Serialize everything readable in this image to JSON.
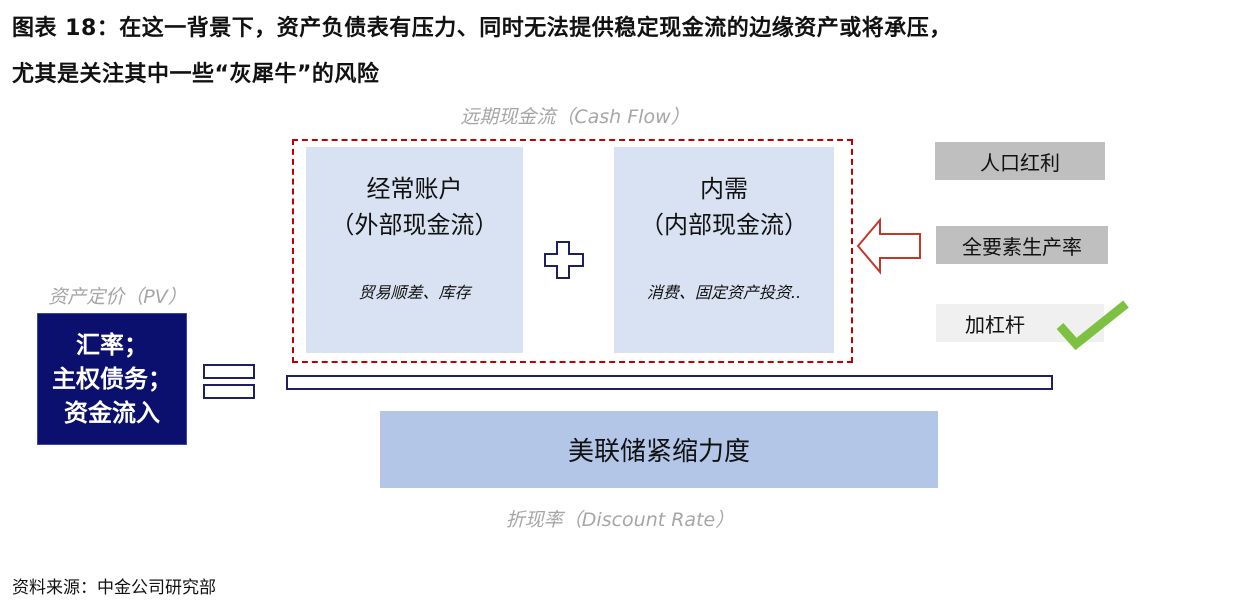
{
  "title": {
    "line1": "图表 18：在这一背景下，资产负债表有压力、同时无法提供稳定现金流的边缘资产或将承压，",
    "line2": "尤其是关注其中一些“灰犀牛”的风险"
  },
  "cash_flow_label": "远期现金流（Cash Flow）",
  "current_account": {
    "title": "经常账户",
    "subtitle": "（外部现金流）",
    "detail": "贸易顺差、库存"
  },
  "domestic_demand": {
    "title": "内需",
    "subtitle": "（内部现金流）",
    "detail": "消费、固定资产投资.."
  },
  "factors": [
    {
      "label": "人口红利"
    },
    {
      "label": "全要素生产率"
    },
    {
      "label": "加杠杆"
    }
  ],
  "pv_label": "资产定价（PV）",
  "pv_box": {
    "lines": [
      "汇率；",
      "主权债务；",
      "资金流入"
    ]
  },
  "fed_box": "美联储紧缩力度",
  "discount_label": "折现率（Discount Rate）",
  "source": "资料来源：中金公司研究部",
  "colors": {
    "navy": "#0b0f6e",
    "light_blue": "#d9e2f2",
    "fed_blue": "#b4c6e7",
    "dash_red": "#c00000",
    "check_green": "#7dc142"
  }
}
